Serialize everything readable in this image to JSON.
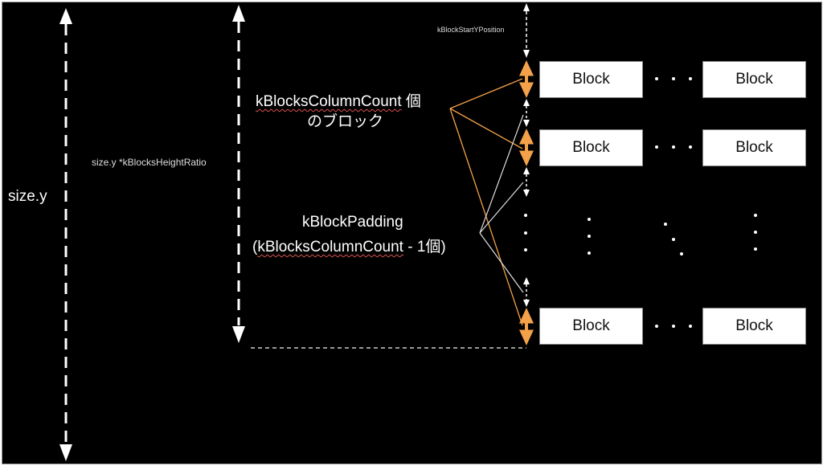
{
  "labels": {
    "size_y": "size.y",
    "height_ratio": "size.y *kBlocksHeightRatio",
    "start_y": "kBlockStartYPosition",
    "column_count_line1": "kBlocksColumnCount",
    "column_count_suffix": " 個",
    "column_count_line2": "のブロック",
    "padding_line1": "kBlockPadding",
    "padding_line2_open": "(",
    "padding_line2_word": "kBlocksColumnCount",
    "padding_line2_rest": " - 1個)"
  },
  "blocks": {
    "label": "Block",
    "rows": [
      {
        "left": "Block",
        "right": "Block"
      },
      {
        "left": "Block",
        "right": "Block"
      },
      {
        "left": "Block",
        "right": "Block"
      }
    ]
  },
  "colors": {
    "background": "#000000",
    "accent_orange": "#f4a24a",
    "white": "#ffffff",
    "connector_gray": "#dddddd"
  }
}
